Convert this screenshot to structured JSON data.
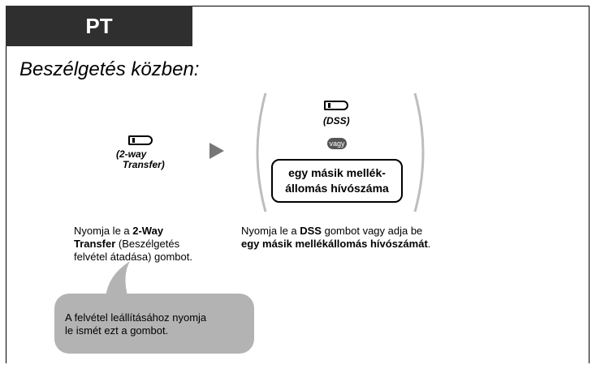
{
  "header": {
    "tab_label": "PT"
  },
  "heading": "Beszélgetés közben:",
  "left_step": {
    "icon": "button-icon",
    "label_line1": "(2-way",
    "label_line2": "Transfer)"
  },
  "right_step": {
    "icon": "button-icon",
    "dss_label": "(DSS)",
    "or_badge": "vagy",
    "number_box_line1": "egy másik mellék-",
    "number_box_line2": "állomás hívószáma"
  },
  "desc_left": {
    "prefix": "Nyomja le a ",
    "bold1": "2-Way",
    "bold2": "Transfer",
    "rest1": " (Beszélgetés",
    "rest2": "felvétel átadása) gombot."
  },
  "desc_right": {
    "prefix": "Nyomja le a ",
    "bold1": "DSS",
    "rest1": " gombot vagy adja be",
    "bold2": "egy másik mellékállomás hívószámát",
    "end": "."
  },
  "bubble": {
    "line1": "A felvétel leállításához nyomja",
    "line2": "le ismét ezt a gombot."
  },
  "colors": {
    "tab_bg": "#2f2f2f",
    "bubble_bg": "#b3b3b3",
    "arrow": "#777777"
  }
}
